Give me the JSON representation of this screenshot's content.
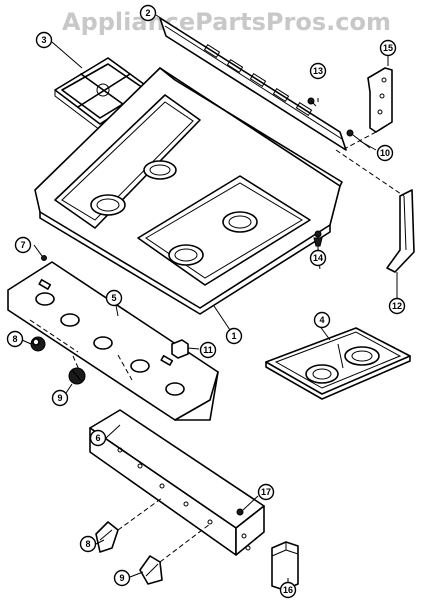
{
  "watermark": "AppliancePartsPros.com",
  "callouts": [
    {
      "id": "c1",
      "label": "1"
    },
    {
      "id": "c2",
      "label": "2"
    },
    {
      "id": "c3",
      "label": "3"
    },
    {
      "id": "c4",
      "label": "4"
    },
    {
      "id": "c5",
      "label": "5"
    },
    {
      "id": "c6",
      "label": "6"
    },
    {
      "id": "c7",
      "label": "7"
    },
    {
      "id": "c8a",
      "label": "8"
    },
    {
      "id": "c8b",
      "label": "8"
    },
    {
      "id": "c9a",
      "label": "9"
    },
    {
      "id": "c9b",
      "label": "9"
    },
    {
      "id": "c10",
      "label": "10"
    },
    {
      "id": "c11",
      "label": "11"
    },
    {
      "id": "c12",
      "label": "12"
    },
    {
      "id": "c13",
      "label": "13"
    },
    {
      "id": "c14",
      "label": "14"
    },
    {
      "id": "c15",
      "label": "15"
    },
    {
      "id": "c16",
      "label": "16"
    },
    {
      "id": "c17",
      "label": "17"
    }
  ]
}
